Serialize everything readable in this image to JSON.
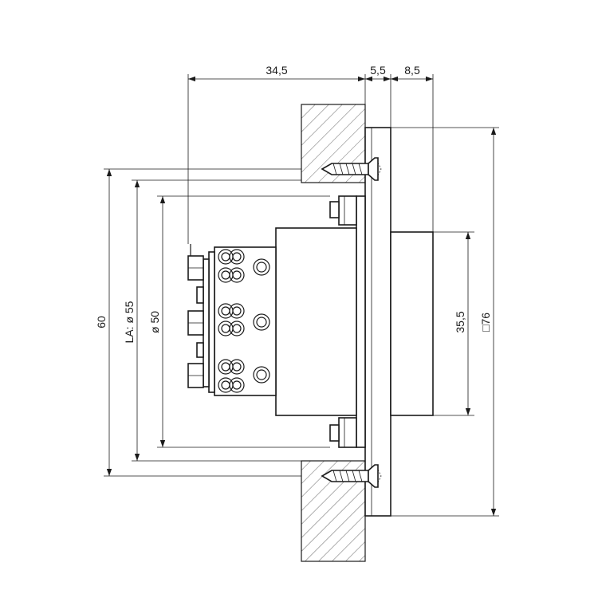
{
  "dimensions": {
    "top_left": "34,5",
    "top_mid": "5,5",
    "top_right": "8,5",
    "left_outer": "60",
    "left_mid": "LA: ø 55",
    "left_inner": "ø 50",
    "right_inner": "35,5",
    "right_outer": "□76"
  },
  "colors": {
    "line": "#1a1a1a",
    "background": "#ffffff"
  }
}
